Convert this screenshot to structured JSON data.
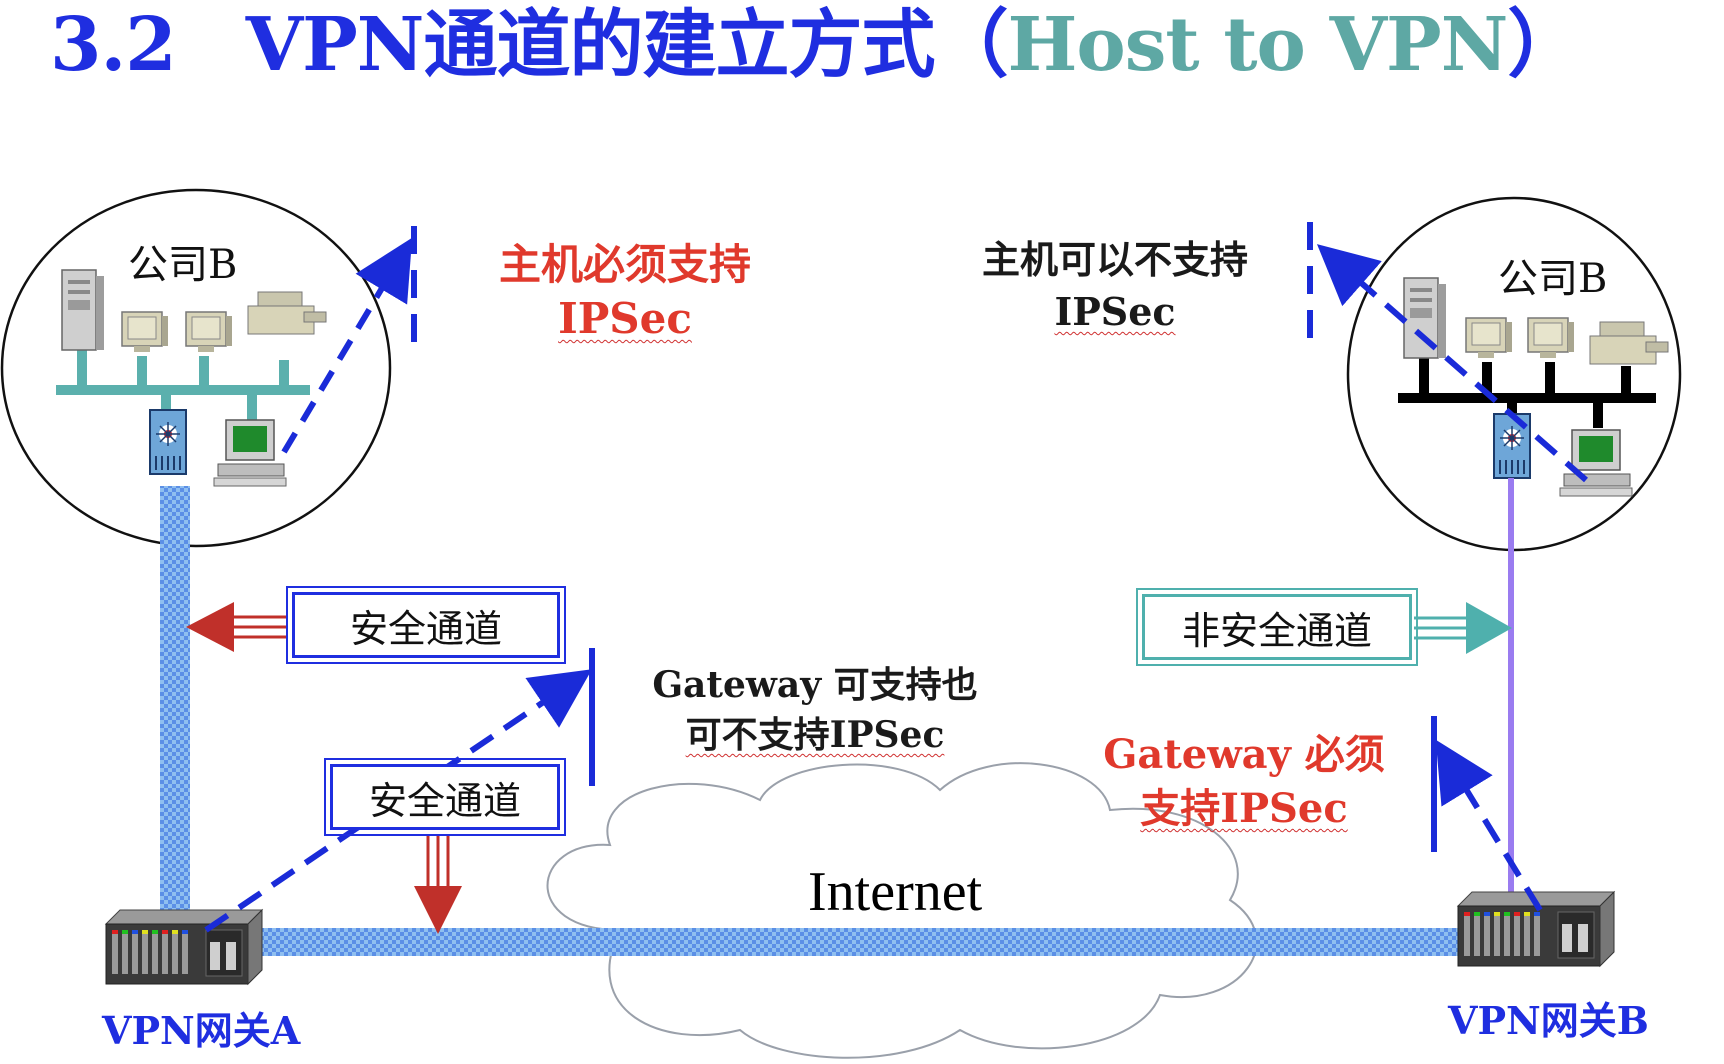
{
  "title": {
    "number": "3.2",
    "main": "VPN通道的建立方式（",
    "mode": "Host  to VPN",
    "close": "）"
  },
  "left_site": {
    "company_label": "公司B"
  },
  "right_site": {
    "company_label": "公司B"
  },
  "notes": {
    "host_must_line1": "主机必须支持",
    "host_must_line2": "IPSec",
    "host_may_not_line1": "主机可以不支持",
    "host_may_not_line2": "IPSec",
    "gateway_optional_line1": "Gateway 可支持也",
    "gateway_optional_line2": "可不支持IPSec",
    "gateway_must_line1": "Gateway 必须",
    "gateway_must_line2": "支持IPSec"
  },
  "tunnels": {
    "secure_upper": "安全通道",
    "secure_lower": "安全通道",
    "insecure": "非安全通道"
  },
  "network": {
    "internet_label": "Internet"
  },
  "gateways": {
    "a_label": "VPN网关A",
    "b_label": "VPN网关B"
  },
  "colors": {
    "title_blue": "#1f2ee0",
    "title_teal": "#5ea8a4",
    "note_red": "#e0392c",
    "secure_line": "#5b8fe6",
    "insecure_line": "#9a7cf0",
    "dashed_tunnel": "#1a2bd8",
    "arrow_red": "#c0302a",
    "arrow_teal": "#4fb0ad"
  }
}
